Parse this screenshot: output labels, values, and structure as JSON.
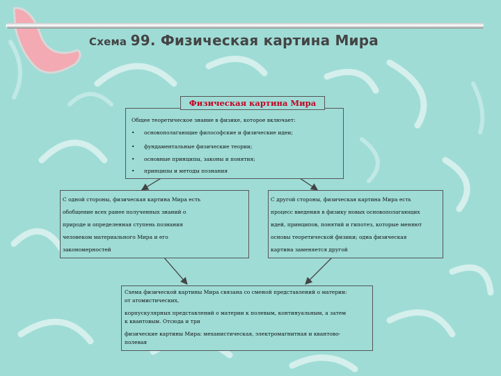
{
  "slide": {
    "title_prefix": "Схема ",
    "title_main": "99. Физическая картина Мира"
  },
  "diagram": {
    "header": "Физическая картина Мира",
    "main": {
      "intro": "Общее теоретическое знание в физике, которое включает:",
      "items": [
        "основополагающие философские и физические идеи;",
        "фундаментальные физические теории;",
        "основные принципы, законы и понятия;",
        "принципы и методы познания"
      ]
    },
    "left": {
      "lines": [
        "С одной стороны, физическая картина Мира есть",
        "обобщение всех ранее полученных знаний о",
        "природе и определенная ступень познания",
        "человеком материального Мира и его",
        "закономерностей"
      ]
    },
    "right": {
      "lines": [
        "С другой стороны, физическая картина Мира есть",
        "процесс введения в физику новых основополагающих",
        "идей, принципов, понятий и гипотез, которые меняют",
        "основы теоретической физики; одна физическая",
        "картина заменяется другой"
      ]
    },
    "bottom": {
      "lines": [
        "Схема физической картины Мира связана со сменой представлений о материи:",
        "от атомистических,",
        "корпускулярных представлений о материи к полевым, континуальным, а затем",
        "к квантовым. Отсюда и три",
        "физические картины Мира: механистическая, электромагнитная и квантово-",
        "полевая"
      ]
    }
  }
}
